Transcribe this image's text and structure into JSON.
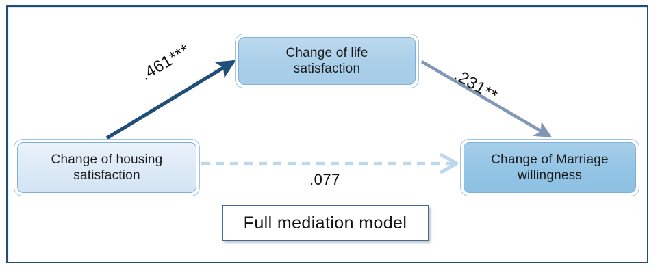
{
  "figure": {
    "kind": "path-diagram",
    "caption": "Full mediation model",
    "frame_color": "#1f4e79"
  },
  "nodes": [
    {
      "id": "housing",
      "name": "node-housing",
      "line1": "Change of housing",
      "line2": "satisfaction",
      "fill": "#dce9f6",
      "border": "#9dc3e6"
    },
    {
      "id": "life",
      "name": "node-life",
      "line1": "Change of life",
      "line2": "satisfaction",
      "fill": "#aacfe9",
      "border": "#9dc3e6"
    },
    {
      "id": "marriage",
      "name": "node-marriage",
      "line1": "Change of Marriage",
      "line2": "willingness",
      "fill": "#93c4e4",
      "border": "#9dc3e6"
    }
  ],
  "paths": [
    {
      "id": "a",
      "from": "housing",
      "to": "life",
      "coefficient": ".461***",
      "style": "solid",
      "color": "#1f4e79",
      "significance": "***"
    },
    {
      "id": "b",
      "from": "life",
      "to": "marriage",
      "coefficient": ".231**",
      "style": "solid",
      "color": "#8297b6",
      "significance": "**"
    },
    {
      "id": "c",
      "from": "housing",
      "to": "marriage",
      "coefficient": ".077",
      "style": "dashed",
      "color": "#bdd7ee",
      "significance": ""
    }
  ],
  "chart_data": {
    "type": "diagram",
    "title": "Full mediation model",
    "nodes": [
      "Change of housing satisfaction",
      "Change of life satisfaction",
      "Change of Marriage willingness"
    ],
    "edges": [
      {
        "source": "Change of housing satisfaction",
        "target": "Change of life satisfaction",
        "value": 0.461,
        "label": ".461***",
        "style": "solid"
      },
      {
        "source": "Change of life satisfaction",
        "target": "Change of Marriage willingness",
        "value": 0.231,
        "label": ".231**",
        "style": "solid"
      },
      {
        "source": "Change of housing satisfaction",
        "target": "Change of Marriage willingness",
        "value": 0.077,
        "label": ".077",
        "style": "dashed"
      }
    ]
  }
}
